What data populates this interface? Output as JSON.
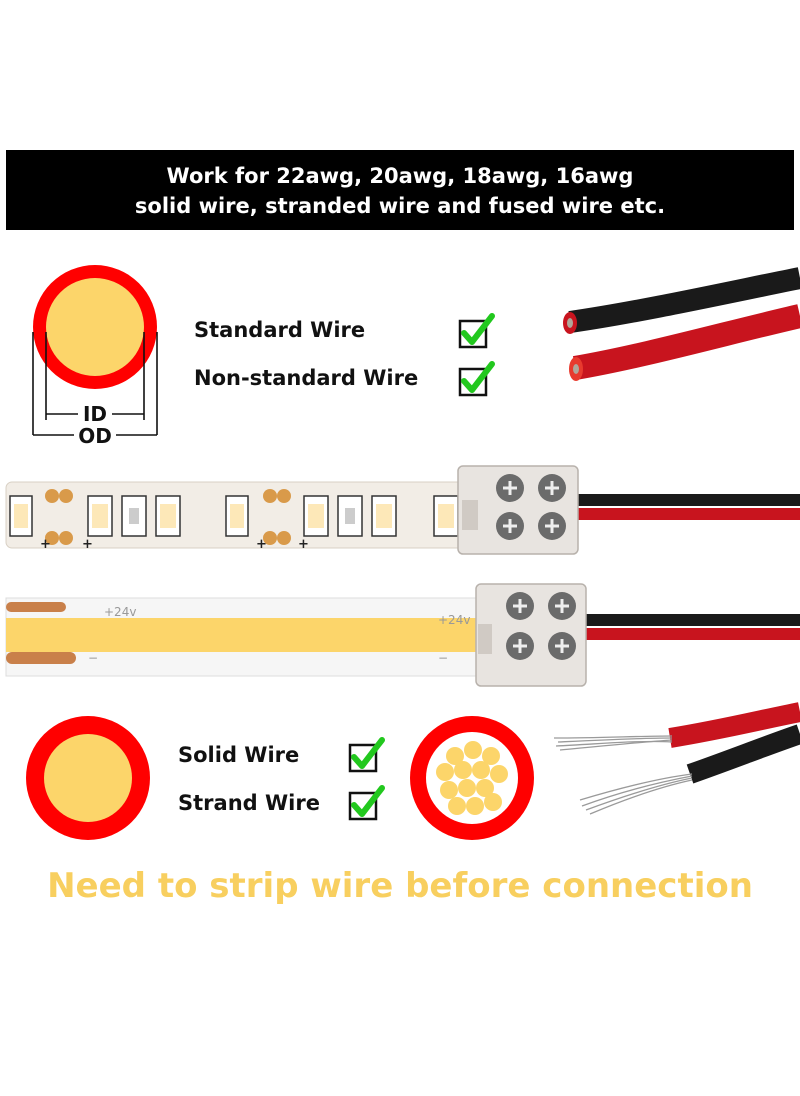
{
  "banner": {
    "line1": "Work for 22awg, 20awg, 18awg, 16awg",
    "line2": "solid wire, stranded wire and fused wire etc."
  },
  "wire_types_top": [
    {
      "label": "Standard Wire",
      "checked": true
    },
    {
      "label": "Non-standard Wire",
      "checked": true
    }
  ],
  "dimension_labels": {
    "inner": "ID",
    "outer": "OD"
  },
  "wire_types_bottom": [
    {
      "label": "Solid Wire",
      "checked": true
    },
    {
      "label": "Strand Wire",
      "checked": true
    }
  ],
  "strip_markings": {
    "cob_voltage_left": "+24v",
    "cob_voltage_right": "+24v",
    "plus": "+",
    "minus": "−"
  },
  "footer": "Need to strip wire before connection",
  "colors": {
    "insulation_red": "#ff0000",
    "core_yellow": "#fcd56a",
    "check_green": "#22c81e",
    "footer_text": "#f8cf5f",
    "wire_red": "#c8141e",
    "wire_black": "#1a1a1a"
  },
  "icons": [
    "checkmark-icon",
    "wire-cross-section-icon",
    "stranded-wire-cross-section-icon",
    "connector-icon",
    "led-strip-icon"
  ]
}
